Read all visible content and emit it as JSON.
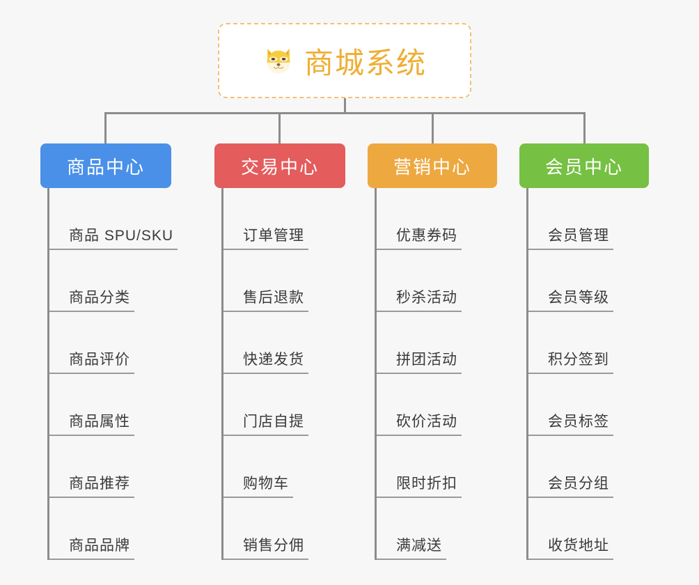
{
  "page": {
    "background_color": "#f7f7f7",
    "connector_color": "#8c8c8c",
    "leaf_text_color": "#3a3a3a",
    "leaf_rule_color": "#9a9a9a"
  },
  "root": {
    "icon": "dog-face-emoji",
    "title": "商城系统",
    "text_color": "#efae34",
    "border_color": "#f2c178",
    "background_color": "#ffffff"
  },
  "categories": [
    {
      "label": "商品中心",
      "color": "#4a90e8",
      "items": [
        {
          "label": "商品 SPU/SKU"
        },
        {
          "label": "商品分类"
        },
        {
          "label": "商品评价"
        },
        {
          "label": "商品属性"
        },
        {
          "label": "商品推荐"
        },
        {
          "label": "商品品牌"
        }
      ]
    },
    {
      "label": "交易中心",
      "color": "#e45c5c",
      "items": [
        {
          "label": "订单管理"
        },
        {
          "label": "售后退款"
        },
        {
          "label": "快递发货"
        },
        {
          "label": "门店自提"
        },
        {
          "label": "购物车"
        },
        {
          "label": "销售分佣"
        }
      ]
    },
    {
      "label": "营销中心",
      "color": "#eda840",
      "items": [
        {
          "label": "优惠券码"
        },
        {
          "label": "秒杀活动"
        },
        {
          "label": "拼团活动"
        },
        {
          "label": "砍价活动"
        },
        {
          "label": "限时折扣"
        },
        {
          "label": "满减送"
        }
      ]
    },
    {
      "label": "会员中心",
      "color": "#76c043",
      "items": [
        {
          "label": "会员管理"
        },
        {
          "label": "会员等级"
        },
        {
          "label": "积分签到"
        },
        {
          "label": "会员标签"
        },
        {
          "label": "会员分组"
        },
        {
          "label": "收货地址"
        }
      ]
    }
  ]
}
